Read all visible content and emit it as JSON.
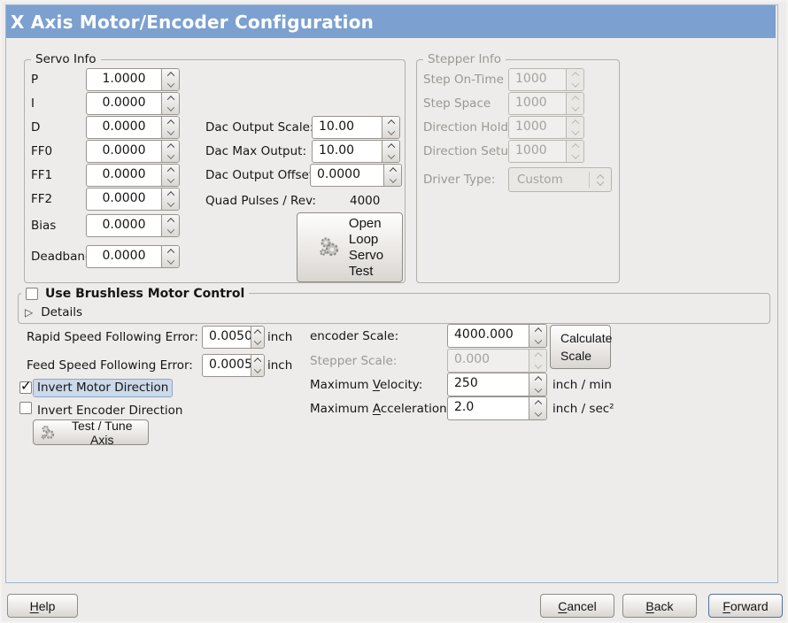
{
  "window": {
    "title": "X Axis Motor/Encoder Configuration"
  },
  "colors": {
    "banner_blue": "#7ca0cf",
    "window_bg": "#edecea",
    "focus_highlight": "#ccd9ea",
    "frame_border": "#a2b6d0"
  },
  "servo": {
    "legend": "Servo Info",
    "rows": [
      {
        "label": "P",
        "value": "1.0000"
      },
      {
        "label": "I",
        "value": "0.0000"
      },
      {
        "label": "D",
        "value": "0.0000"
      },
      {
        "label": "FF0",
        "value": "0.0000"
      },
      {
        "label": "FF1",
        "value": "0.0000"
      },
      {
        "label": "FF2",
        "value": "0.0000"
      },
      {
        "label": "Bias",
        "value": "0.0000"
      },
      {
        "label": "Deadband",
        "value": "0.0000"
      }
    ]
  },
  "dac": {
    "rows": [
      {
        "label": "Dac Output Scale:",
        "value": "10.00"
      },
      {
        "label": "Dac Max Output:",
        "value": "10.00"
      },
      {
        "label": "Dac Output Offset:",
        "value": "0.0000"
      }
    ],
    "quad_label": "Quad Pulses / Rev:",
    "quad_value": "4000",
    "open_loop_lines": [
      "Open",
      "Loop",
      "Servo",
      "Test"
    ]
  },
  "stepper": {
    "legend": "Stepper Info",
    "rows": [
      {
        "label": "Step On-Time",
        "value": "1000"
      },
      {
        "label": "Step Space",
        "value": "1000"
      },
      {
        "label": "Direction Hold",
        "value": "1000"
      },
      {
        "label": "Direction Setup",
        "value": "1000"
      }
    ],
    "driver_label": "Driver Type:",
    "driver_value": "Custom"
  },
  "brushless": {
    "checkbox_label": "Use Brushless Motor Control",
    "details_label": "Details",
    "details_arrow": "▷"
  },
  "following_error": {
    "rapid_label": "Rapid Speed Following Error:",
    "rapid_value": "0.0050",
    "rapid_unit": "inch",
    "feed_label": "Feed Speed Following Error:",
    "feed_value": "0.0005",
    "feed_unit": "inch"
  },
  "scales": {
    "encoder_label": "encoder Scale:",
    "encoder_value": "4000.000",
    "calculate_button": "Calculate Scale",
    "stepper_label": "Stepper Scale:",
    "stepper_value": "0.000",
    "velocity_pre": "Maximum ",
    "velocity_mn": "V",
    "velocity_rest": "elocity:",
    "velocity_value": "250",
    "velocity_unit": "inch / min",
    "accel_pre": "Maximum ",
    "accel_mn": "A",
    "accel_rest": "cceleration:",
    "accel_value": "2.0",
    "accel_unit": "inch / sec²"
  },
  "direction": {
    "invert_motor_label": "Invert Motor Direction",
    "invert_encoder_label": "Invert Encoder Direction",
    "check_glyph": "✓",
    "test_tune_button": "Test / Tune Axis"
  },
  "footer": {
    "help_mn": "H",
    "help_rest": "elp",
    "cancel_mn": "C",
    "cancel_rest": "ancel",
    "back_mn": "B",
    "back_rest": "ack",
    "forward_mn": "F",
    "forward_rest": "orward"
  }
}
